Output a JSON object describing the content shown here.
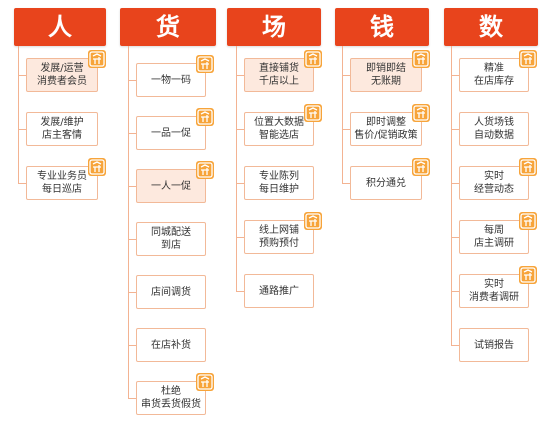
{
  "columns": [
    {
      "title": "人",
      "items": [
        {
          "label": "发展/运营\n消费者会员",
          "highlight": true,
          "badge": true
        },
        {
          "label": "发展/维护\n店主客情",
          "highlight": false,
          "badge": false
        },
        {
          "label": "专业业务员\n每日巡店",
          "highlight": false,
          "badge": true
        }
      ]
    },
    {
      "title": "货",
      "items": [
        {
          "label": "一物一码",
          "highlight": false,
          "badge": true
        },
        {
          "label": "一品一促",
          "highlight": false,
          "badge": true
        },
        {
          "label": "一人一促",
          "highlight": true,
          "badge": true
        },
        {
          "label": "同城配送\n到店",
          "highlight": false,
          "badge": false
        },
        {
          "label": "店间调货",
          "highlight": false,
          "badge": false
        },
        {
          "label": "在店补货",
          "highlight": false,
          "badge": false
        },
        {
          "label": "杜绝\n串货丢货假货",
          "highlight": false,
          "badge": true
        }
      ]
    },
    {
      "title": "场",
      "items": [
        {
          "label": "直接铺货\n千店以上",
          "highlight": true,
          "badge": true
        },
        {
          "label": "位置大数据\n智能选店",
          "highlight": false,
          "badge": true
        },
        {
          "label": "专业陈列\n每日维护",
          "highlight": false,
          "badge": false
        },
        {
          "label": "线上网铺\n预购预付",
          "highlight": false,
          "badge": true
        },
        {
          "label": "通路推广",
          "highlight": false,
          "badge": false
        }
      ]
    },
    {
      "title": "钱",
      "items": [
        {
          "label": "即销即结\n无账期",
          "highlight": true,
          "badge": true
        },
        {
          "label": "即时调整\n售价/促销政策",
          "highlight": false,
          "badge": true
        },
        {
          "label": "积分通兑",
          "highlight": false,
          "badge": true
        }
      ]
    },
    {
      "title": "数",
      "items": [
        {
          "label": "精准\n在店库存",
          "highlight": false,
          "badge": true
        },
        {
          "label": "人货场钱\n自动数据",
          "highlight": false,
          "badge": false
        },
        {
          "label": "实时\n经营动态",
          "highlight": false,
          "badge": true
        },
        {
          "label": "每周\n店主调研",
          "highlight": false,
          "badge": true
        },
        {
          "label": "实时\n消费者调研",
          "highlight": false,
          "badge": true
        },
        {
          "label": "试销报告",
          "highlight": false,
          "badge": false
        }
      ]
    }
  ],
  "colors": {
    "header": "#e8441c",
    "connector": "#f3b392",
    "badge": "#f7a43a",
    "highlight": "#fde9de"
  },
  "badge_icon": "app-logo-icon"
}
